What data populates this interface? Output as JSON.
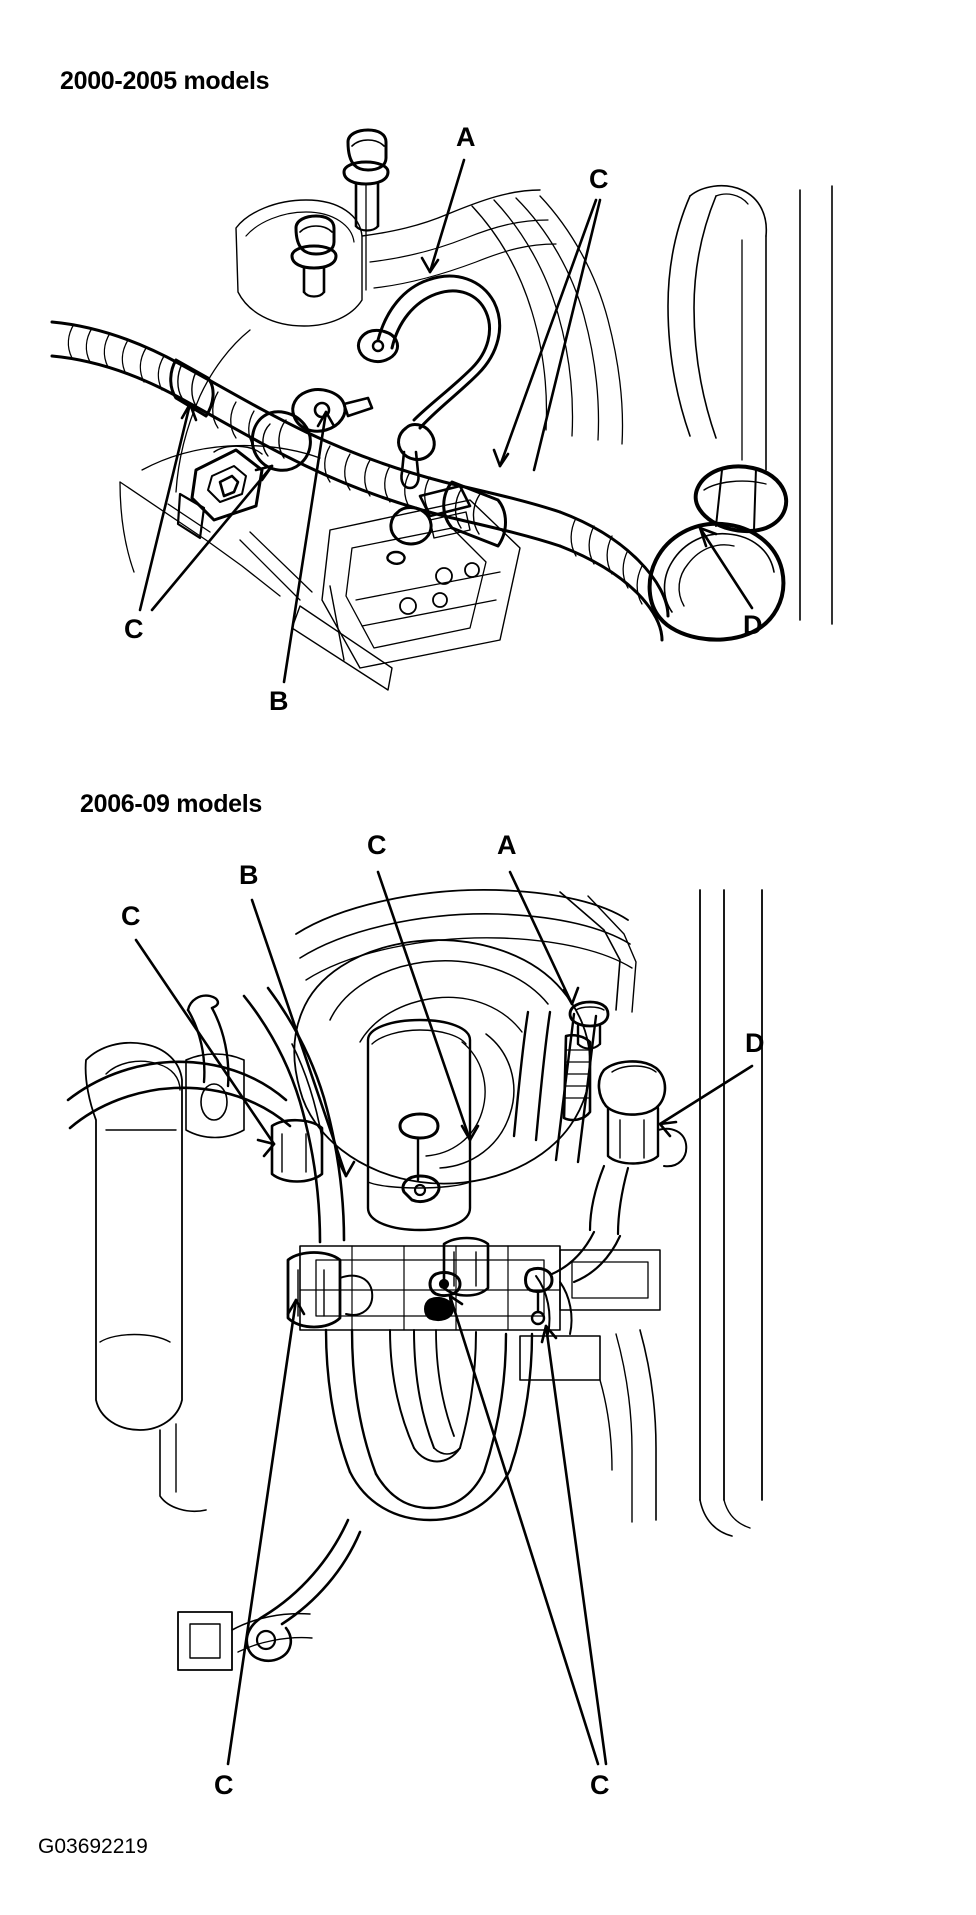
{
  "document": {
    "type": "technical-service-illustration",
    "subject": "Engine compartment harness, hose and grommet routing",
    "figure_code": "G03692219",
    "ink_color": "#000000",
    "background_color": "#ffffff"
  },
  "figures": [
    {
      "id": "figure-top",
      "heading": "2000-2005 models",
      "callouts": [
        {
          "key": "cal-a-top",
          "label": "A"
        },
        {
          "key": "cal-c-topright",
          "label": "C"
        },
        {
          "key": "cal-c-left",
          "label": "C"
        },
        {
          "key": "cal-b-top",
          "label": "B"
        },
        {
          "key": "cal-d-top",
          "label": "D"
        }
      ]
    },
    {
      "id": "figure-bottom",
      "heading": "2006-09 models",
      "callouts": [
        {
          "key": "cal-c-b-upper",
          "label": "C"
        },
        {
          "key": "cal-a-bot",
          "label": "A"
        },
        {
          "key": "cal-b-bot",
          "label": "B"
        },
        {
          "key": "cal-c-b-left",
          "label": "C"
        },
        {
          "key": "cal-d-bot",
          "label": "D"
        },
        {
          "key": "cal-c-b-bl",
          "label": "C"
        },
        {
          "key": "cal-c-b-br",
          "label": "C"
        }
      ]
    }
  ]
}
